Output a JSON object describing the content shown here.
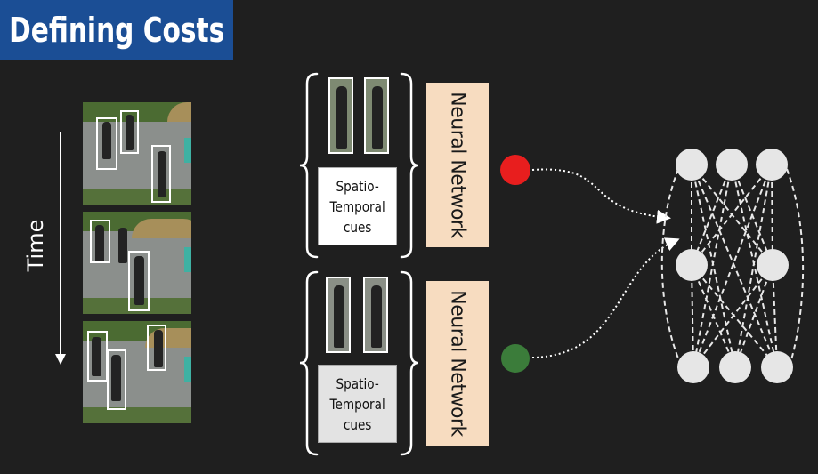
{
  "slide": {
    "title": "Defining Costs",
    "time_label": "Time"
  },
  "pair_top": {
    "cues_label": "Spatio-\nTemporal\ncues",
    "network_label": "Neural Network",
    "cost_color": "#e81e1e"
  },
  "pair_bottom": {
    "cues_label": "Spatio-\nTemporal\ncues",
    "network_label": "Neural Network",
    "cost_color": "#3b7c3a"
  },
  "colors": {
    "title_bg": "#1b4e95",
    "background": "#1f1f1f",
    "network_box": "#f7dcc0",
    "graph_node": "#e6e6e6"
  }
}
